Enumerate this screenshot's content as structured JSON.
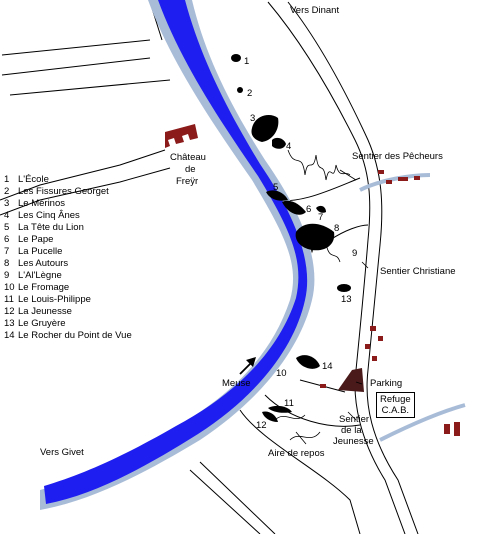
{
  "labels": {
    "north": "Vers Dinant",
    "south": "Vers Givet",
    "chateau_line1": "Château",
    "chateau_line2": "de",
    "chateau_line3": "Freÿr",
    "pecheurs": "Sentier des Pêcheurs",
    "christiane": "Sentier Christiane",
    "parking": "Parking",
    "refuge_line1": "Refuge",
    "refuge_line2": "C.A.B.",
    "jeunesse_line1": "Sentier",
    "jeunesse_line2": "de la",
    "jeunesse_line3": "Jeunesse",
    "aire": "Aire de repos",
    "meuse": "Meuse"
  },
  "rock_numbers": [
    "1",
    "2",
    "3",
    "4",
    "5",
    "6",
    "7",
    "8",
    "9",
    "10",
    "11",
    "12",
    "13",
    "14"
  ],
  "legend": [
    {
      "num": "1",
      "name": "L'École"
    },
    {
      "num": "2",
      "name": "Les Fissures Georget"
    },
    {
      "num": "3",
      "name": "Le Mérinos"
    },
    {
      "num": "4",
      "name": "Les Cinq Ânes"
    },
    {
      "num": "5",
      "name": "La Tête du Lion"
    },
    {
      "num": "6",
      "name": "Le Pape"
    },
    {
      "num": "7",
      "name": "La Pucelle"
    },
    {
      "num": "8",
      "name": "Les Autours"
    },
    {
      "num": "9",
      "name": "L'Al'Lègne"
    },
    {
      "num": "10",
      "name": "Le Fromage"
    },
    {
      "num": "11",
      "name": "Le Louis-Philippe"
    },
    {
      "num": "12",
      "name": "La Jeunesse"
    },
    {
      "num": "13",
      "name": "Le Gruyère"
    },
    {
      "num": "14",
      "name": "Le Rocher du Point de Vue"
    }
  ],
  "colors": {
    "river": "#1e1ef0",
    "river_bank": "#a8bcd8",
    "road": "#a8bcd8",
    "building": "#8b1a1a",
    "rock": "#000000",
    "parking": "#4a1a1a"
  }
}
